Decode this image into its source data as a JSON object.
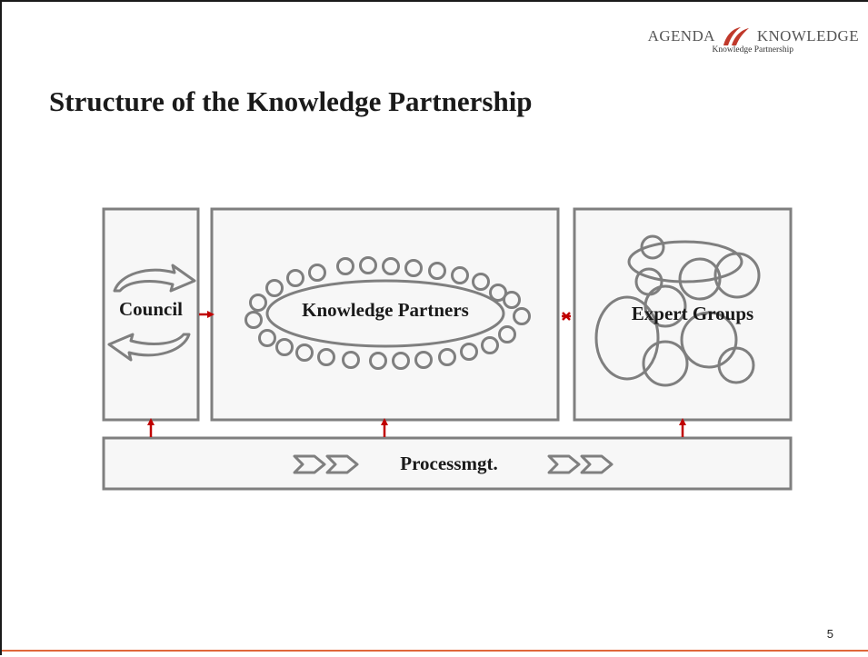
{
  "header": {
    "brand_left": "AGENDA",
    "brand_right": "KNOWLEDGE",
    "brand_subtitle": "Knowledge Partnership",
    "logo_icon": "swoosh-logo-icon",
    "logo_color": "#c0392b"
  },
  "title": "Structure of the Knowledge Partnership",
  "diagram": {
    "council_label": "Council",
    "partners_label": "Knowledge Partners",
    "expert_label": "Expert Groups",
    "process_label": "Processmgt.",
    "box_fill": "#f7f7f7",
    "box_stroke": "#7f7f7f",
    "arrow_color": "#c00000"
  },
  "footer": {
    "page_number": "5",
    "line_color": "#e0673a"
  }
}
